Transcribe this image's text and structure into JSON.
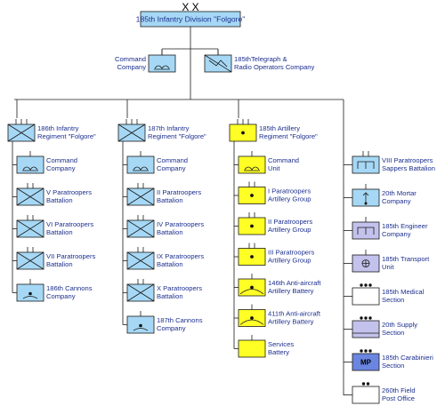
{
  "division": {
    "echelon": "X X",
    "title": "185th Infantry Division \"Folgore\""
  },
  "hq_units": [
    {
      "id": "cmd",
      "lines": [
        "Command",
        "Company"
      ],
      "symbol": "hq",
      "color": "#a6d8f5"
    },
    {
      "id": "tel",
      "lines": [
        "185thTelegraph &",
        "Radio Operators Company"
      ],
      "symbol": "signal",
      "color": "#a6d8f5"
    }
  ],
  "columns": [
    {
      "id": "col186",
      "head": {
        "lines": [
          "186th Infantry",
          "Regiment \"Folgore\""
        ],
        "symbol": "infantry",
        "color": "#a6d8f5"
      },
      "units": [
        {
          "lines": [
            "Command",
            "Company"
          ],
          "symbol": "hq",
          "color": "#a6d8f5"
        },
        {
          "lines": [
            "V Paratroopers",
            "Battalion"
          ],
          "symbol": "infantry",
          "color": "#a6d8f5"
        },
        {
          "lines": [
            "VI Paratroopers",
            "Battalion"
          ],
          "symbol": "infantry",
          "color": "#a6d8f5"
        },
        {
          "lines": [
            "VII Paratroopers",
            "Battalion"
          ],
          "symbol": "infantry",
          "color": "#a6d8f5"
        },
        {
          "lines": [
            "186th Cannons",
            "Company"
          ],
          "symbol": "cannon",
          "color": "#a6d8f5"
        }
      ]
    },
    {
      "id": "col187",
      "head": {
        "lines": [
          "187th Infantry",
          "Regiment \"Folgore\""
        ],
        "symbol": "infantry",
        "color": "#a6d8f5"
      },
      "units": [
        {
          "lines": [
            "Command",
            "Company"
          ],
          "symbol": "hq",
          "color": "#a6d8f5"
        },
        {
          "lines": [
            "II Paratroopers",
            "Battalion"
          ],
          "symbol": "infantry",
          "color": "#a6d8f5"
        },
        {
          "lines": [
            "IV Paratroopers",
            "Battalion"
          ],
          "symbol": "infantry",
          "color": "#a6d8f5"
        },
        {
          "lines": [
            "IX Paratroopers",
            "Battalion"
          ],
          "symbol": "infantry",
          "color": "#a6d8f5"
        },
        {
          "lines": [
            "X Paratroopers",
            "Battalion"
          ],
          "symbol": "infantry",
          "color": "#a6d8f5"
        },
        {
          "lines": [
            "187th Cannons",
            "Company"
          ],
          "symbol": "cannon",
          "color": "#a6d8f5"
        }
      ]
    },
    {
      "id": "col185a",
      "head": {
        "lines": [
          "185th Artillery",
          "Regiment \"Folgore\""
        ],
        "symbol": "artillery",
        "color": "#ffff26"
      },
      "units": [
        {
          "lines": [
            "Command",
            "Unit"
          ],
          "symbol": "hq",
          "color": "#ffff26"
        },
        {
          "lines": [
            "I Paratroopers",
            "Artillery Group"
          ],
          "symbol": "artillery",
          "color": "#ffff26"
        },
        {
          "lines": [
            "II Paratroopers",
            "Artillery Group"
          ],
          "symbol": "artillery",
          "color": "#ffff26"
        },
        {
          "lines": [
            "III Paratroopers",
            "Artillery Group"
          ],
          "symbol": "artillery",
          "color": "#ffff26"
        },
        {
          "lines": [
            "146th Anti-aircraft",
            "Artillery Battery"
          ],
          "symbol": "antiair",
          "color": "#ffff26"
        },
        {
          "lines": [
            "411th Anti-aircraft",
            "Artillery Battery"
          ],
          "symbol": "antiair",
          "color": "#ffff26"
        },
        {
          "lines": [
            "Services",
            "Battery"
          ],
          "symbol": "blank",
          "color": "#ffff26"
        }
      ]
    },
    {
      "id": "colsup",
      "head": null,
      "units": [
        {
          "lines": [
            "VIII Paratroopers",
            "Sappers Battalion"
          ],
          "symbol": "engineer",
          "color": "#a6d8f5"
        },
        {
          "lines": [
            "20th Mortar",
            "Company"
          ],
          "symbol": "mortar",
          "color": "#a6d8f5"
        },
        {
          "lines": [
            "185th Engineer",
            "Company"
          ],
          "symbol": "engineer",
          "color": "#c2c2ec"
        },
        {
          "lines": [
            "185th Transport",
            "Unit"
          ],
          "symbol": "transport",
          "color": "#c2c2ec"
        },
        {
          "lines": [
            "185th Medical",
            "Section"
          ],
          "symbol": "blank",
          "color": "#ffffff"
        },
        {
          "lines": [
            "20th Supply",
            "Section"
          ],
          "symbol": "supply",
          "color": "#c2c2ec"
        },
        {
          "lines": [
            "185th Carabinieri",
            "Section"
          ],
          "symbol": "mp",
          "mp_text": "MP",
          "color": "#6a86e0"
        },
        {
          "lines": [
            "260th Field",
            "Post Office"
          ],
          "symbol": "blank",
          "color": "#ffffff"
        }
      ]
    }
  ]
}
